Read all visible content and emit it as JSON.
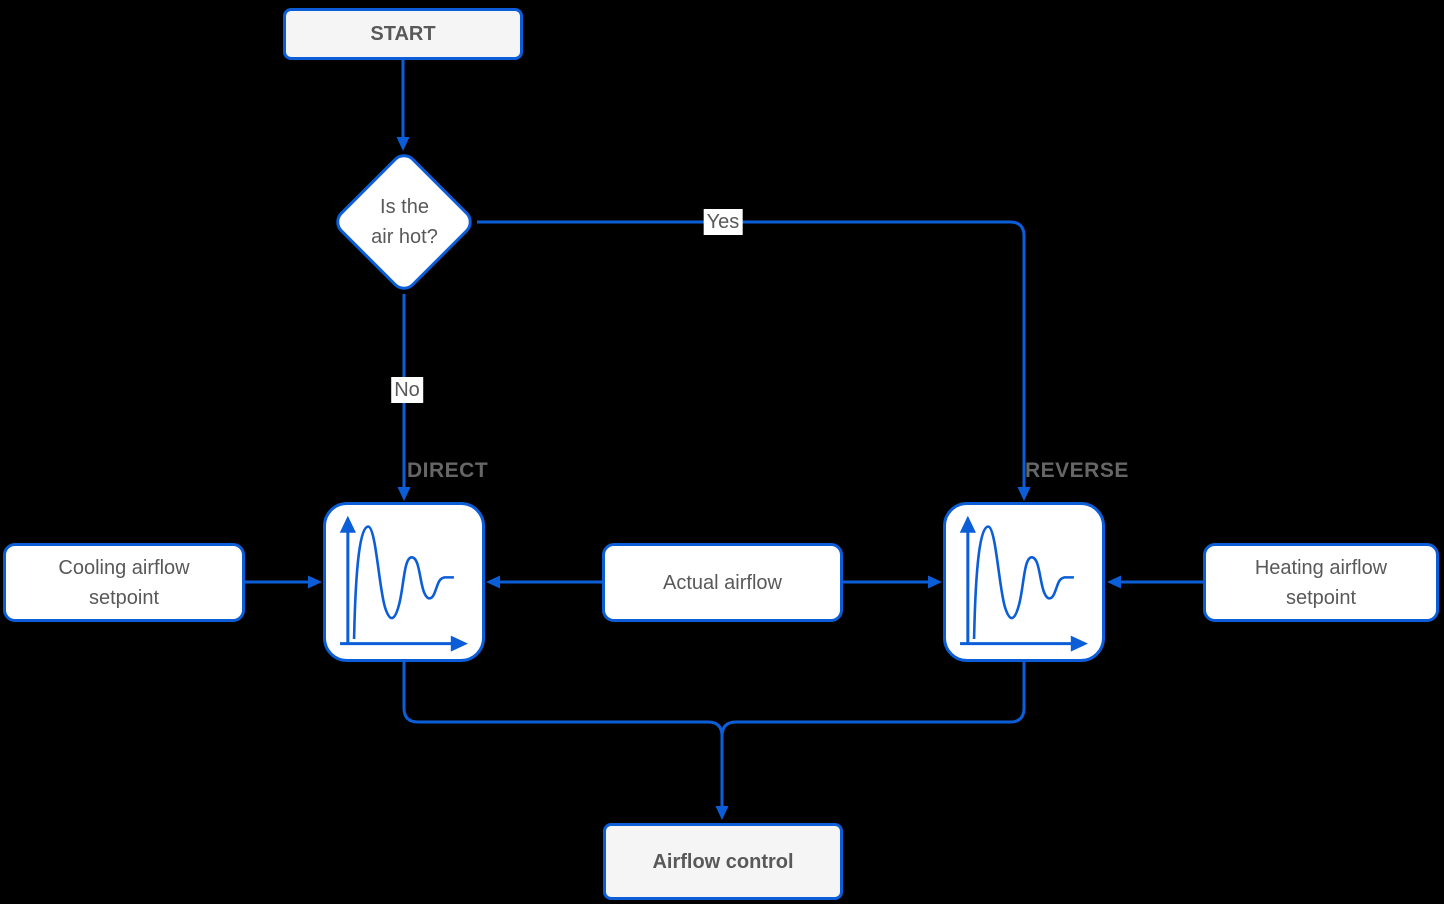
{
  "colors": {
    "bg": "#000000",
    "accent": "#0B5ED7",
    "fill": "#FFFFFF",
    "fill-gray": "#F5F5F5",
    "text": "#595959",
    "label": "#666666"
  },
  "diagram": {
    "start_label": "START",
    "decision_label": "Is the\nair hot?",
    "yes_label": "Yes",
    "no_label": "No",
    "direct_label": "DIRECT",
    "reverse_label": "REVERSE",
    "cooling_setpoint_label": "Cooling airflow\nsetpoint",
    "actual_airflow_label": "Actual airflow",
    "heating_setpoint_label": "Heating airflow\nsetpoint",
    "airflow_control_label": "Airflow control",
    "direct_icon": "pid-response-curve-icon",
    "reverse_icon": "pid-response-curve-icon"
  }
}
